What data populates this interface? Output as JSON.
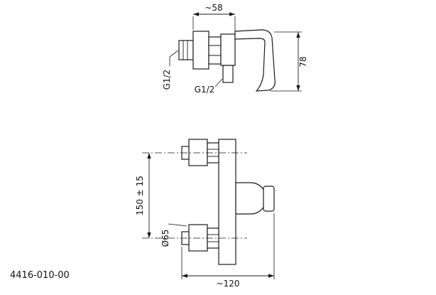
{
  "drawing": {
    "part_number": "4416-010-00",
    "ink_color": "#1a1a1a",
    "background_color": "#ffffff",
    "dimensions": {
      "top_width": "~58",
      "height": "78",
      "side_inlet_thread": "G1/2",
      "outlet_thread": "G1/2",
      "inlet_spacing": "150 ± 15",
      "escutcheon_diameter": "Ø65",
      "overall_width": "~120"
    }
  }
}
